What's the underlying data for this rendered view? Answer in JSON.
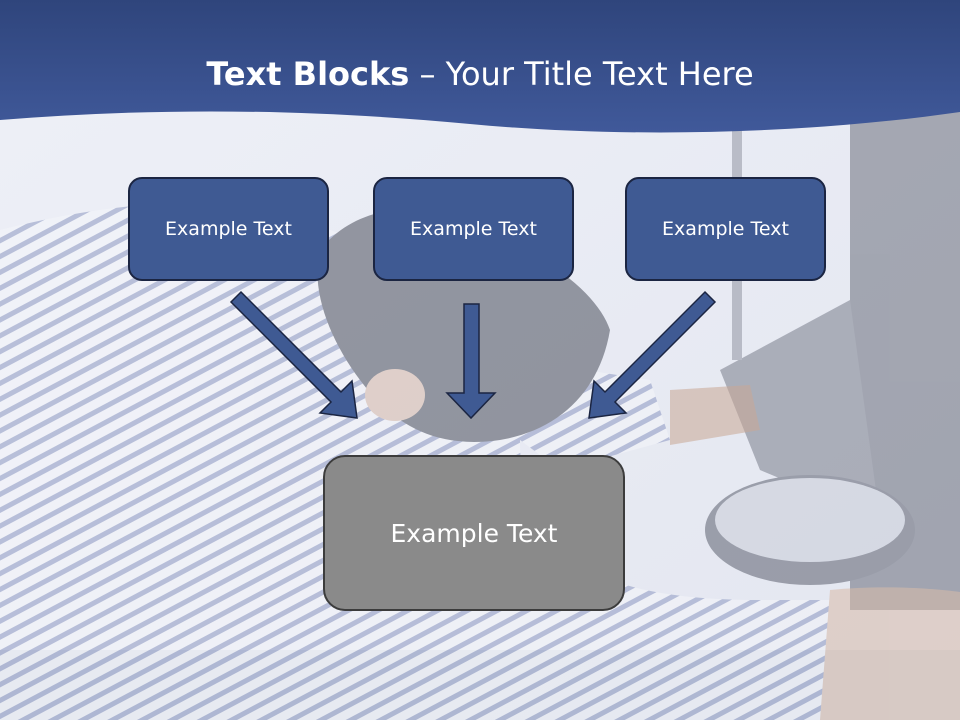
{
  "slide": {
    "title_bold": "Text Blocks",
    "title_dash": " – ",
    "title_rest": "Your Title Text Here"
  },
  "diagram": {
    "top_boxes": [
      {
        "label": "Example Text"
      },
      {
        "label": "Example Text"
      },
      {
        "label": "Example Text"
      }
    ],
    "bottom_box": {
      "label": "Example Text"
    }
  },
  "colors": {
    "header_band": "#3d5592",
    "box_fill": "#3f5a93",
    "box_border": "#1b2542",
    "arrow_fill": "#3f5a93",
    "center_fill": "#8a8a8a",
    "center_border": "#3c3c3c"
  }
}
